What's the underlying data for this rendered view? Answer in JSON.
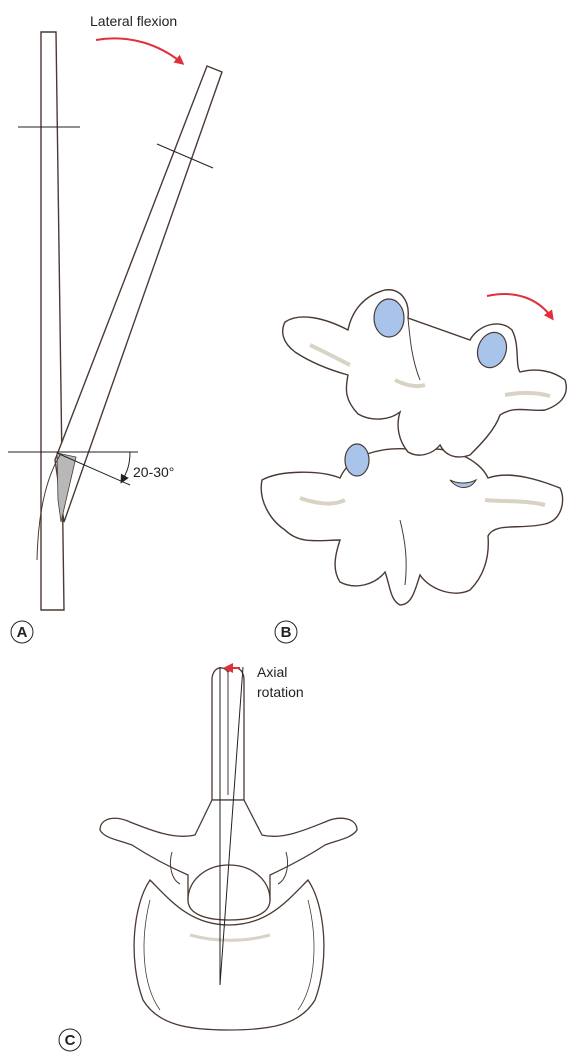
{
  "panel_a": {
    "letter": "A",
    "motion_label": "Lateral flexion",
    "angle_label": "20-30°"
  },
  "panel_b": {
    "letter": "B"
  },
  "panel_c": {
    "letter": "C",
    "rotation_label_line1": "Axial",
    "rotation_label_line2": "rotation"
  },
  "colors": {
    "outline": "#4a3a33",
    "arrow": "#e0303a",
    "facet_fill": "#a9c4ea",
    "wedge_fill": "#b8b8b8",
    "bone_shadow": "#d8d3c4"
  }
}
